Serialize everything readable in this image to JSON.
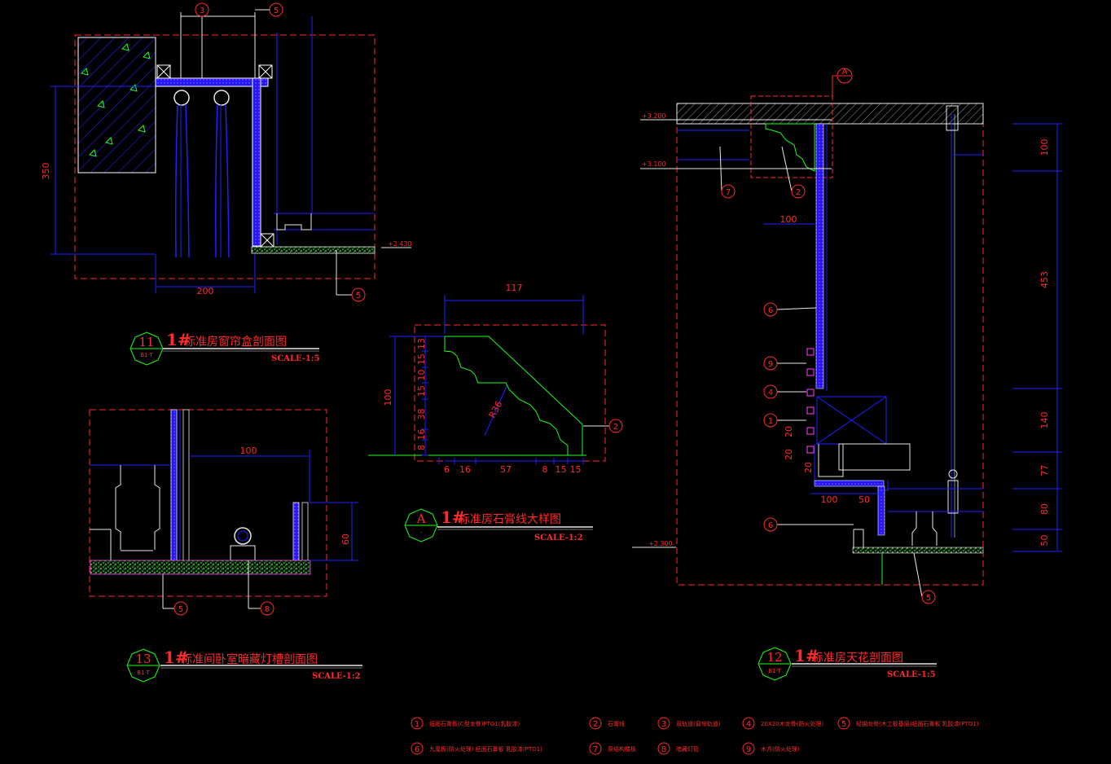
{
  "drawings": {
    "d11": {
      "tag": "11",
      "sheet": "B1-T",
      "hash": "1#",
      "title": "标准房窗帘盒剖面图",
      "scale": "SCALE-1:5",
      "dims": {
        "height": "350",
        "width": "200"
      },
      "level": "+2.430",
      "callouts": [
        "3",
        "5",
        "5"
      ]
    },
    "dA": {
      "tag": "A",
      "sheet": "-",
      "hash": "1#",
      "title": "标准房石膏线大样图",
      "scale": "SCALE-1:2",
      "dims": {
        "top": "117",
        "height": "100",
        "radius": "R36",
        "left": [
          "13",
          "15",
          "10",
          "15",
          "38",
          "16",
          "8"
        ],
        "bottom": [
          "6",
          "16",
          "57",
          "8",
          "15",
          "15"
        ]
      },
      "callouts": [
        "2"
      ]
    },
    "d13": {
      "tag": "13",
      "sheet": "B1-T",
      "hash": "1#",
      "title": "标准间卧室暗藏灯槽剖面图",
      "scale": "SCALE-1:2",
      "dims": {
        "width": "100",
        "height": "60"
      },
      "callouts": [
        "5",
        "8"
      ]
    },
    "d12": {
      "tag": "12",
      "sheet": "B1-T",
      "hash": "1#",
      "title": "标准房天花剖面图",
      "scale": "SCALE-1:5",
      "levels": [
        "+3.200",
        "+3.100",
        "+2.300"
      ],
      "dims": {
        "right": [
          "100",
          "453",
          "140",
          "77",
          "80",
          "50"
        ],
        "inner_top": "100",
        "inner_small": [
          "20",
          "20",
          "20"
        ],
        "bottom": [
          "100",
          "50"
        ]
      },
      "detail_ref": "A",
      "callouts": [
        "7",
        "2",
        "6",
        "9",
        "4",
        "1",
        "6",
        "5"
      ]
    }
  },
  "legend": [
    {
      "num": "1",
      "text": "纸面石膏板(C型龙骨)PTO1(乳胶漆)"
    },
    {
      "num": "2",
      "text": "石膏线"
    },
    {
      "num": "3",
      "text": "双轨道(窗帘轨道)"
    },
    {
      "num": "4",
      "text": "20X20木龙骨(防火处理)"
    },
    {
      "num": "5",
      "text": "轻钢龙骨(木工板基层)纸面石膏板 乳胶漆(PTO1)"
    },
    {
      "num": "6",
      "text": "九厘板(防火处理) 纸面石膏板 乳胶漆(PTO1)"
    },
    {
      "num": "7",
      "text": "原结构楼板"
    },
    {
      "num": "8",
      "text": "暗藏灯管"
    },
    {
      "num": "9",
      "text": "木方(防火处理)"
    }
  ],
  "colors": {
    "red": "#ff2a2a",
    "blue": "#2020ff",
    "green": "#1aff1a",
    "white": "#e8e8e8",
    "cyan": "#00e0ff",
    "magenta": "#ff40ff",
    "background": "#000000"
  }
}
